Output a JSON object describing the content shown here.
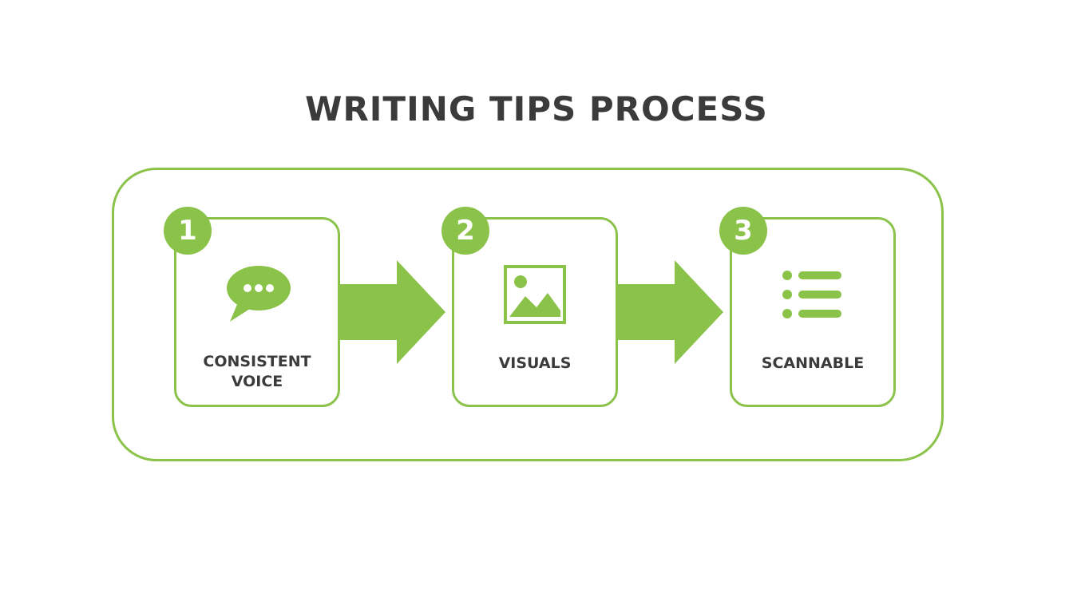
{
  "title": "WRITING TIPS PROCESS",
  "accent_color": "#8bc34a",
  "steps": [
    {
      "number": "1",
      "label_line1": "CONSISTENT",
      "label_line2": "VOICE",
      "icon": "speech-bubble-icon"
    },
    {
      "number": "2",
      "label_line1": "VISUALS",
      "icon": "image-icon"
    },
    {
      "number": "3",
      "label_line1": "SCANNABLE",
      "icon": "list-icon"
    }
  ]
}
